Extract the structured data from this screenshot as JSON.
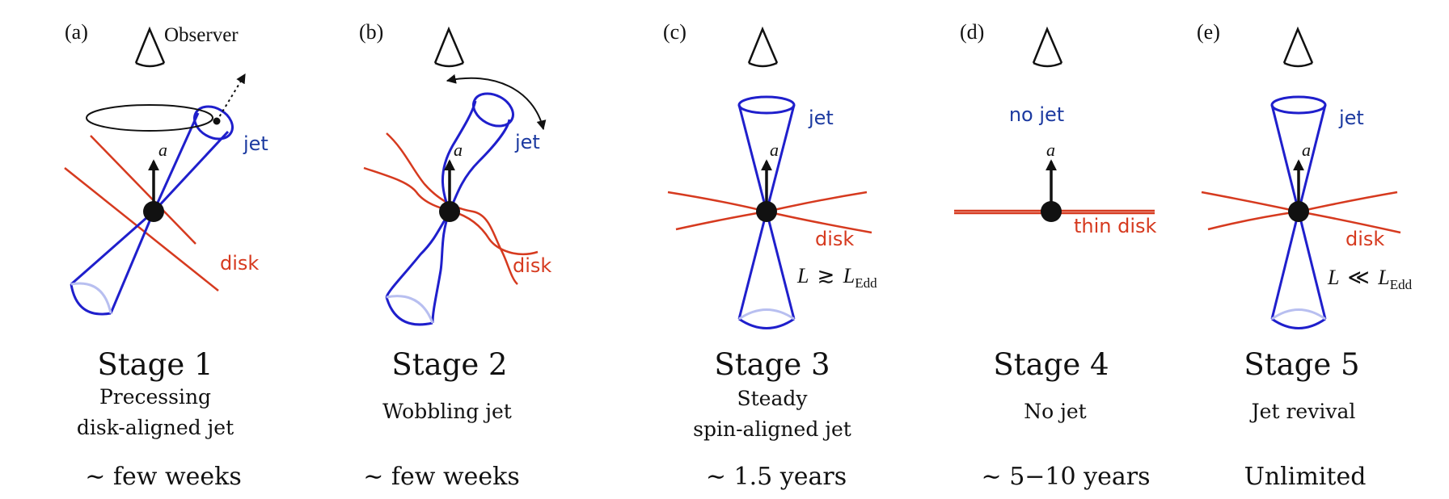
{
  "colors": {
    "jet": "#1f1fcc",
    "jet_rim": "#b8bff0",
    "disk": "#d63a1f",
    "label_blue": "#1c3aa0",
    "black": "#111111"
  },
  "icons": [
    "observer-eye-icon",
    "black-hole-icon",
    "spin-arrow-icon",
    "precession-arrow-icon",
    "wobble-arrow-icon"
  ],
  "observer_label": "Observer",
  "spin_label": "a⃗",
  "panels": [
    {
      "label": "(a)",
      "jet_label": "jet",
      "disk_label": "disk",
      "stage_title": "Stage 1",
      "desc": [
        "Precessing",
        "disk-aligned jet"
      ],
      "time": "∼ few weeks"
    },
    {
      "label": "(b)",
      "jet_label": "jet",
      "disk_label": "disk",
      "stage_title": "Stage 2",
      "desc": [
        "Wobbling jet"
      ],
      "time": "∼ few weeks"
    },
    {
      "label": "(c)",
      "jet_label": "jet",
      "disk_label": "disk",
      "lum_L": "L",
      "lum_rel": "≳",
      "lum_Ledd": "L",
      "lum_sub": "Edd",
      "stage_title": "Stage 3",
      "desc": [
        "Steady",
        "spin-aligned jet"
      ],
      "time": "∼ 1.5 years"
    },
    {
      "label": "(d)",
      "jet_label": "no jet",
      "disk_label": "thin disk",
      "stage_title": "Stage 4",
      "desc": [
        "No jet"
      ],
      "time": "∼ 5−10 years"
    },
    {
      "label": "(e)",
      "jet_label": "jet",
      "disk_label": "disk",
      "lum_L": "L",
      "lum_rel": "≪",
      "lum_Ledd": "L",
      "lum_sub": "Edd",
      "stage_title": "Stage 5",
      "desc": [
        "Jet revival"
      ],
      "time": "Unlimited"
    }
  ]
}
